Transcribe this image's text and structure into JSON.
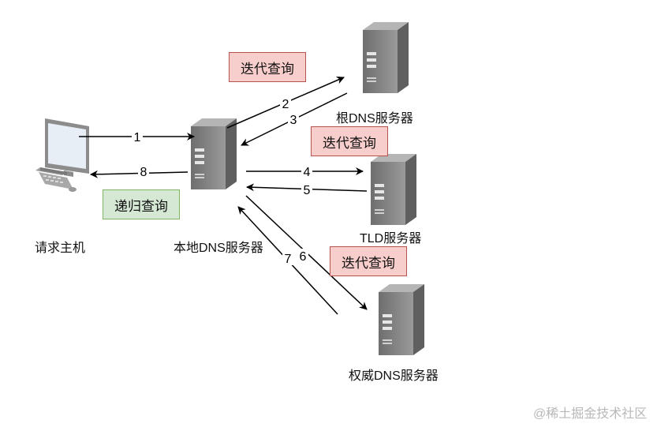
{
  "nodes": {
    "client": "请求主机",
    "local_dns": "本地DNS服务器",
    "root_dns": "根DNS服务器",
    "tld_dns": "TLD服务器",
    "auth_dns": "权威DNS服务器"
  },
  "tags": {
    "recursive": "递归查询",
    "iterative_root": "迭代查询",
    "iterative_tld": "迭代查询",
    "iterative_auth": "迭代查询"
  },
  "steps": [
    "1",
    "2",
    "3",
    "4",
    "5",
    "6",
    "7",
    "8"
  ],
  "watermark": "@稀土掘金技术社区",
  "colors": {
    "red_fill": "#f8cecc",
    "red_border": "#b85450",
    "green_fill": "#d5e8d4",
    "green_border": "#82b366",
    "server": "#7f7f7f",
    "arrow": "#000000"
  }
}
